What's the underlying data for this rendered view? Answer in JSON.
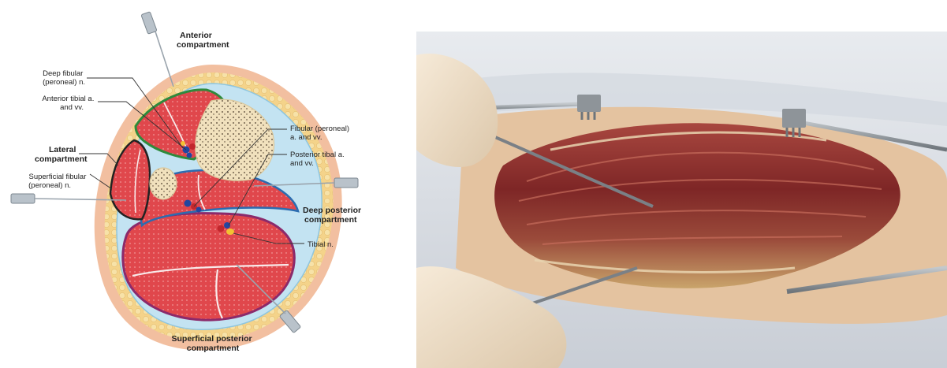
{
  "diagram": {
    "labels": {
      "anterior_compartment": [
        "Anterior",
        "compartment"
      ],
      "lateral_compartment": [
        "Lateral",
        "compartment"
      ],
      "deep_posterior_compartment": [
        "Deep posterior",
        "compartment"
      ],
      "superficial_posterior_compartment": [
        "Superficial posterior",
        "compartment"
      ],
      "deep_fibular_nerve": [
        "Deep fibular",
        "(peroneal) n."
      ],
      "anterior_tibial_vessels": [
        "Anterior tibial a.",
        "and vv."
      ],
      "superficial_fibular_nerve": [
        "Superficial fibular",
        "(peroneal) n."
      ],
      "fibular_vessels": [
        "Fibular (peroneal)",
        "a. and vv."
      ],
      "posterior_tibial_vessels": [
        "Posterior tibal a.",
        "and vv."
      ],
      "tibial_nerve": [
        "Tibial n."
      ]
    },
    "colors": {
      "skin": "#f2bfa0",
      "fat": "#f4d38a",
      "muscle": "#e0474c",
      "bone": "#f1e1bd",
      "fascia": "#c3e3f2",
      "anterior_border": "#2f8a3c",
      "lateral_border": "#222222",
      "deep_posterior_border": "#2b6cb0",
      "superficial_posterior_border": "#8b2a6b",
      "needle": "#9aa4ad"
    }
  },
  "photo": {
    "subject": "surgical-fasciotomy-photo",
    "colors": {
      "drape": "#d9dde3",
      "tissue": "#8a2a2a",
      "glove": "#efe1cc",
      "instrument": "#8e9499"
    }
  }
}
